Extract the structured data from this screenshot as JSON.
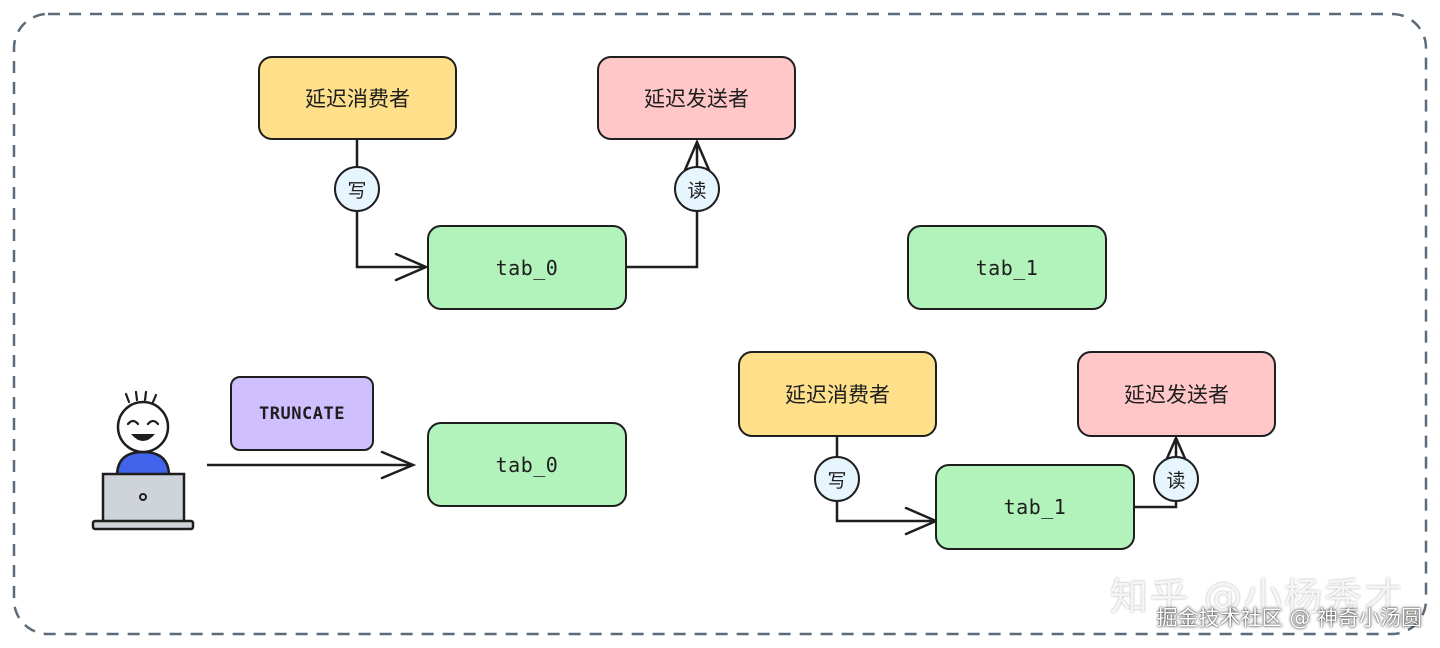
{
  "top": {
    "consumer": "延迟消费者",
    "sender": "延迟发送者",
    "write": "写",
    "read": "读",
    "tab0": "tab_0",
    "tab1": "tab_1"
  },
  "left_bottom": {
    "command": "TRUNCATE",
    "tab0": "tab_0"
  },
  "right_bottom": {
    "consumer": "延迟消费者",
    "sender": "延迟发送者",
    "write": "写",
    "read": "读",
    "tab1": "tab_1"
  },
  "watermarks": {
    "zhihu": "知乎 @小杨秀才",
    "juejin": "掘金技术社区 @ 神奇小汤圆"
  },
  "colors": {
    "consumer": "#ffe08a",
    "sender": "#ffc7c7",
    "table": "#b2f2bb",
    "command": "#d0bfff",
    "badge": "#e7f5ff",
    "person_shirt": "#4263eb"
  },
  "icons": [
    "person-at-laptop-icon"
  ]
}
